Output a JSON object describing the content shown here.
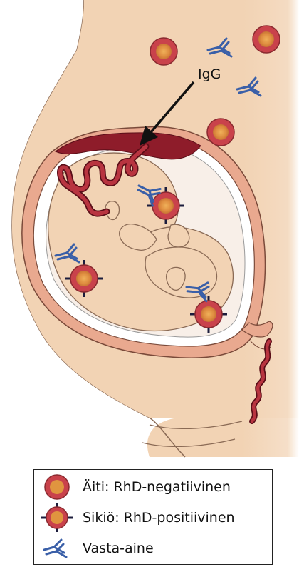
{
  "annotation": {
    "label": "IgG"
  },
  "legend": {
    "items": [
      {
        "icon": "maternal-rbc-icon",
        "label": "Äiti: RhD-negatiivinen"
      },
      {
        "icon": "fetal-rbc-icon",
        "label": "Sikiö: RhD-positiivinen"
      },
      {
        "icon": "antibody-icon",
        "label": "Vasta-aine"
      }
    ]
  },
  "colors": {
    "skin": "#f2d3b4",
    "skin_edge": "#8a6a55",
    "uterus_wall": "#e9a98f",
    "placenta": "#8e1c2a",
    "umbilical_cord": "#b83440",
    "cell_outer": "#c9424b",
    "cell_inner": "#e8a04a",
    "antibody": "#3a5fa8",
    "antigen_marker": "#1c1c3c"
  }
}
